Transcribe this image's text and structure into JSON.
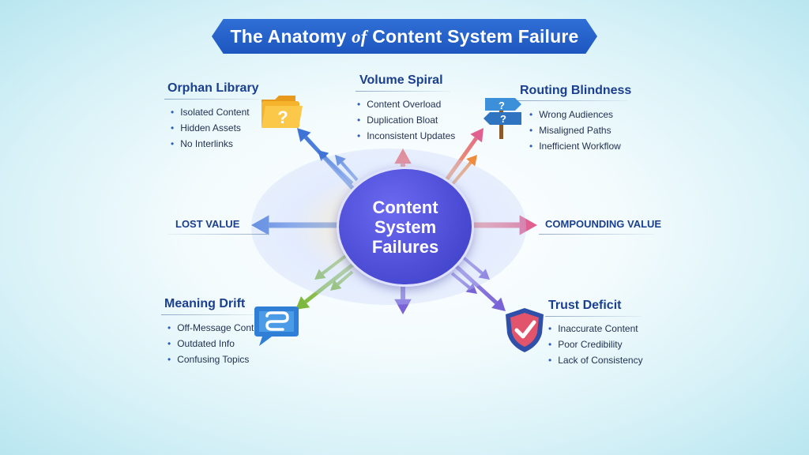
{
  "title": {
    "prefix": "The Anatomy ",
    "italic": "of",
    "suffix": " Content System Failure"
  },
  "center": {
    "label": "Content System Failures"
  },
  "sides": {
    "left": "LOST VALUE",
    "right": "COMPOUNDING VALUE"
  },
  "panels": {
    "orphan": {
      "title": "Orphan Library",
      "icon": "folder-question-icon",
      "items": [
        "Isolated Content",
        "Hidden Assets",
        "No Interlinks"
      ]
    },
    "volume": {
      "title": "Volume Spiral",
      "items": [
        "Content Overload",
        "Duplication Bloat",
        "Inconsistent Updates"
      ]
    },
    "routing": {
      "title": "Routing Blindness",
      "icon": "signpost-question-icon",
      "items": [
        "Wrong Audiences",
        "Misaligned Paths",
        "Inefficient Workflow"
      ]
    },
    "meaning": {
      "title": "Meaning Drift",
      "icon": "chat-bubble-icon",
      "items": [
        "Off-Message Content",
        "Outdated Info",
        "Confusing Topics"
      ]
    },
    "trust": {
      "title": "Trust Deficit",
      "icon": "shield-check-icon",
      "items": [
        "Inaccurate Content",
        "Poor Credibility",
        "Lack of Consistency"
      ]
    }
  },
  "colors": {
    "banner": "#2563cf",
    "title_text": "#1b3f8f",
    "center_fill": "#4f4fd8",
    "arrow_blue": "#3f74d6",
    "arrow_coral": "#ee6a6a",
    "arrow_pink": "#e0608f",
    "arrow_orange": "#f08a3c",
    "arrow_purple": "#7a63d6",
    "arrow_green": "#7fb83e"
  }
}
